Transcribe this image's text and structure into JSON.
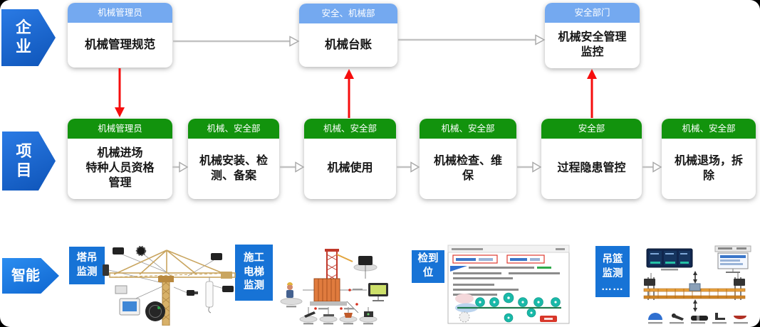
{
  "colors": {
    "badge_blue": "#0e54b8",
    "badge_blue_light": "#2a7ae4",
    "header_blue": "#74a9f0",
    "header_green": "#12930d",
    "label_blue": "#1773d6",
    "arrow_red": "#f60d0d",
    "arrow_gray": "#c2c2c2"
  },
  "enterprise": {
    "badge": "企\n业",
    "boxes": [
      {
        "dept": "机械管理员",
        "title": "机械管理规范"
      },
      {
        "dept": "安全、机械部",
        "title": "机械台账"
      },
      {
        "dept": "安全部门",
        "title": "机械安全管理\n监控"
      }
    ]
  },
  "project": {
    "badge": "项\n目",
    "boxes": [
      {
        "dept": "机械管理员",
        "title": "机械进场\n特种人员资格\n管理"
      },
      {
        "dept": "机械、安全部",
        "title": "机械安装、检\n测、备案"
      },
      {
        "dept": "机械、安全部",
        "title": "机械使用"
      },
      {
        "dept": "机械、安全部",
        "title": "机械检查、维\n保"
      },
      {
        "dept": "安全部",
        "title": "过程隐患管控"
      },
      {
        "dept": "机械、安全部",
        "title": "机械退场，拆\n除"
      }
    ]
  },
  "smart": {
    "badge": "智能",
    "items": [
      {
        "label": "塔吊\n监测"
      },
      {
        "label": "施工\n电梯\n监测"
      },
      {
        "label": "检到\n位"
      },
      {
        "label": "吊篮\n监测",
        "more": "……"
      }
    ]
  }
}
